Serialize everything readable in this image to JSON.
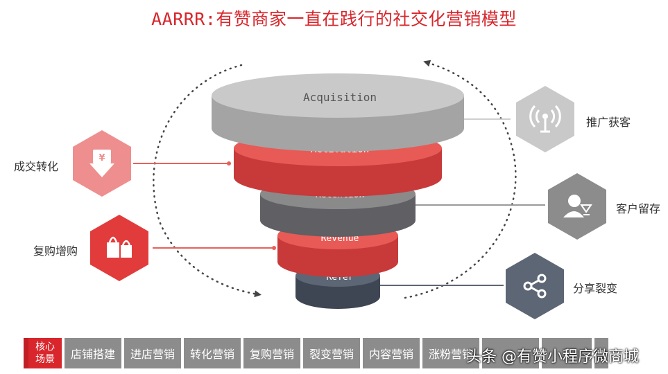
{
  "title": "AARRR:有赞商家一直在践行的社交化营销模型",
  "funnel": {
    "layers": [
      {
        "label": "Acquisition",
        "color": "#c9c9c9",
        "dark": "#a4a4a4",
        "text_color": "#555555"
      },
      {
        "label": "Activation",
        "color": "#e85a55",
        "dark": "#c8393a",
        "text_color": "#ffffff"
      },
      {
        "label": "Retention",
        "color": "#8a8a8a",
        "dark": "#5f5f64",
        "text_color": "#ffffff"
      },
      {
        "label": "Revenue",
        "color": "#e85a55",
        "dark": "#c8393a",
        "text_color": "#ffffff"
      },
      {
        "label": "Refer",
        "color": "#5d6674",
        "dark": "#3e4653",
        "text_color": "#ffffff"
      }
    ]
  },
  "left_items": [
    {
      "label": "成交转化",
      "icon": "yen-down-arrow-icon",
      "color": "#ef8e8e"
    },
    {
      "label": "复购增购",
      "icon": "shopping-bags-icon",
      "color": "#e23b3b"
    }
  ],
  "right_items": [
    {
      "label": "推广获客",
      "icon": "broadcast-antenna-icon",
      "color": "#c9c9c9"
    },
    {
      "label": "客户留存",
      "icon": "user-retention-icon",
      "color": "#8c8c8c"
    },
    {
      "label": "分享裂变",
      "icon": "share-icon",
      "color": "#5d6674"
    }
  ],
  "bottom": {
    "core_label_line1": "核心",
    "core_label_line2": "场景",
    "scenes": [
      "店铺搭建",
      "进店营销",
      "转化营销",
      "复购营销",
      "裂变营销",
      "内容营销",
      "涨粉营销",
      "",
      "",
      ""
    ]
  },
  "watermark": "头条 @有赞小程序微商城"
}
